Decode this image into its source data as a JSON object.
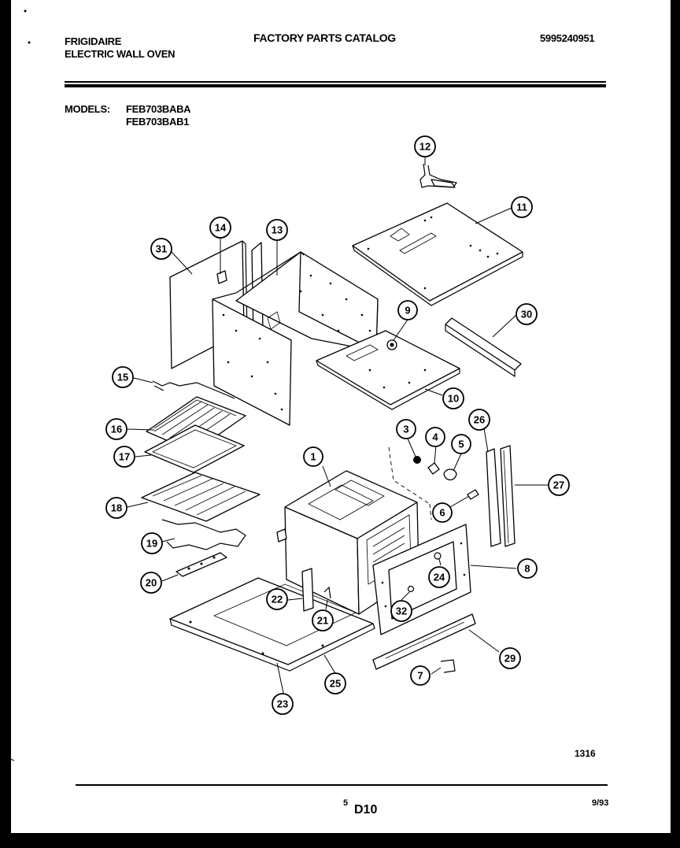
{
  "header": {
    "brand": "FRIGIDAIRE",
    "product": "ELECTRIC WALL OVEN",
    "catalog_title": "FACTORY PARTS CATALOG",
    "catalog_number": "5995240951",
    "models_label": "MODELS:",
    "models": [
      "FEB703BABA",
      "FEB703BAB1"
    ]
  },
  "diagram": {
    "callouts": [
      "1",
      "3",
      "4",
      "5",
      "6",
      "7",
      "8",
      "9",
      "10",
      "11",
      "12",
      "13",
      "14",
      "15",
      "16",
      "17",
      "18",
      "19",
      "20",
      "21",
      "22",
      "23",
      "24",
      "25",
      "26",
      "27",
      "29",
      "30",
      "31",
      "32"
    ]
  },
  "footer": {
    "figure_code": "1316",
    "page_number": "5",
    "section_code": "D10",
    "date": "9/93"
  }
}
